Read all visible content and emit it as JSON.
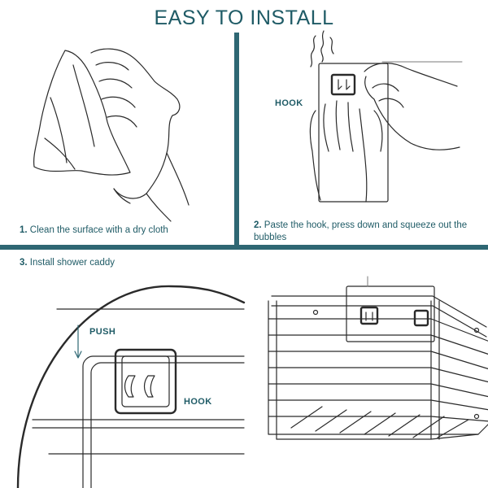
{
  "title": "EASY TO INSTALL",
  "steps": [
    {
      "number": "1.",
      "text": "Clean the surface with a dry cloth"
    },
    {
      "number": "2.",
      "text": "Paste the hook, press down and squeeze out the bubbles"
    },
    {
      "number": "3.",
      "text": "Install shower caddy"
    }
  ],
  "labels": {
    "hook": "HOOK",
    "push": "PUSH"
  },
  "colors": {
    "accent": "#2e6773",
    "text": "#1f5b66"
  }
}
